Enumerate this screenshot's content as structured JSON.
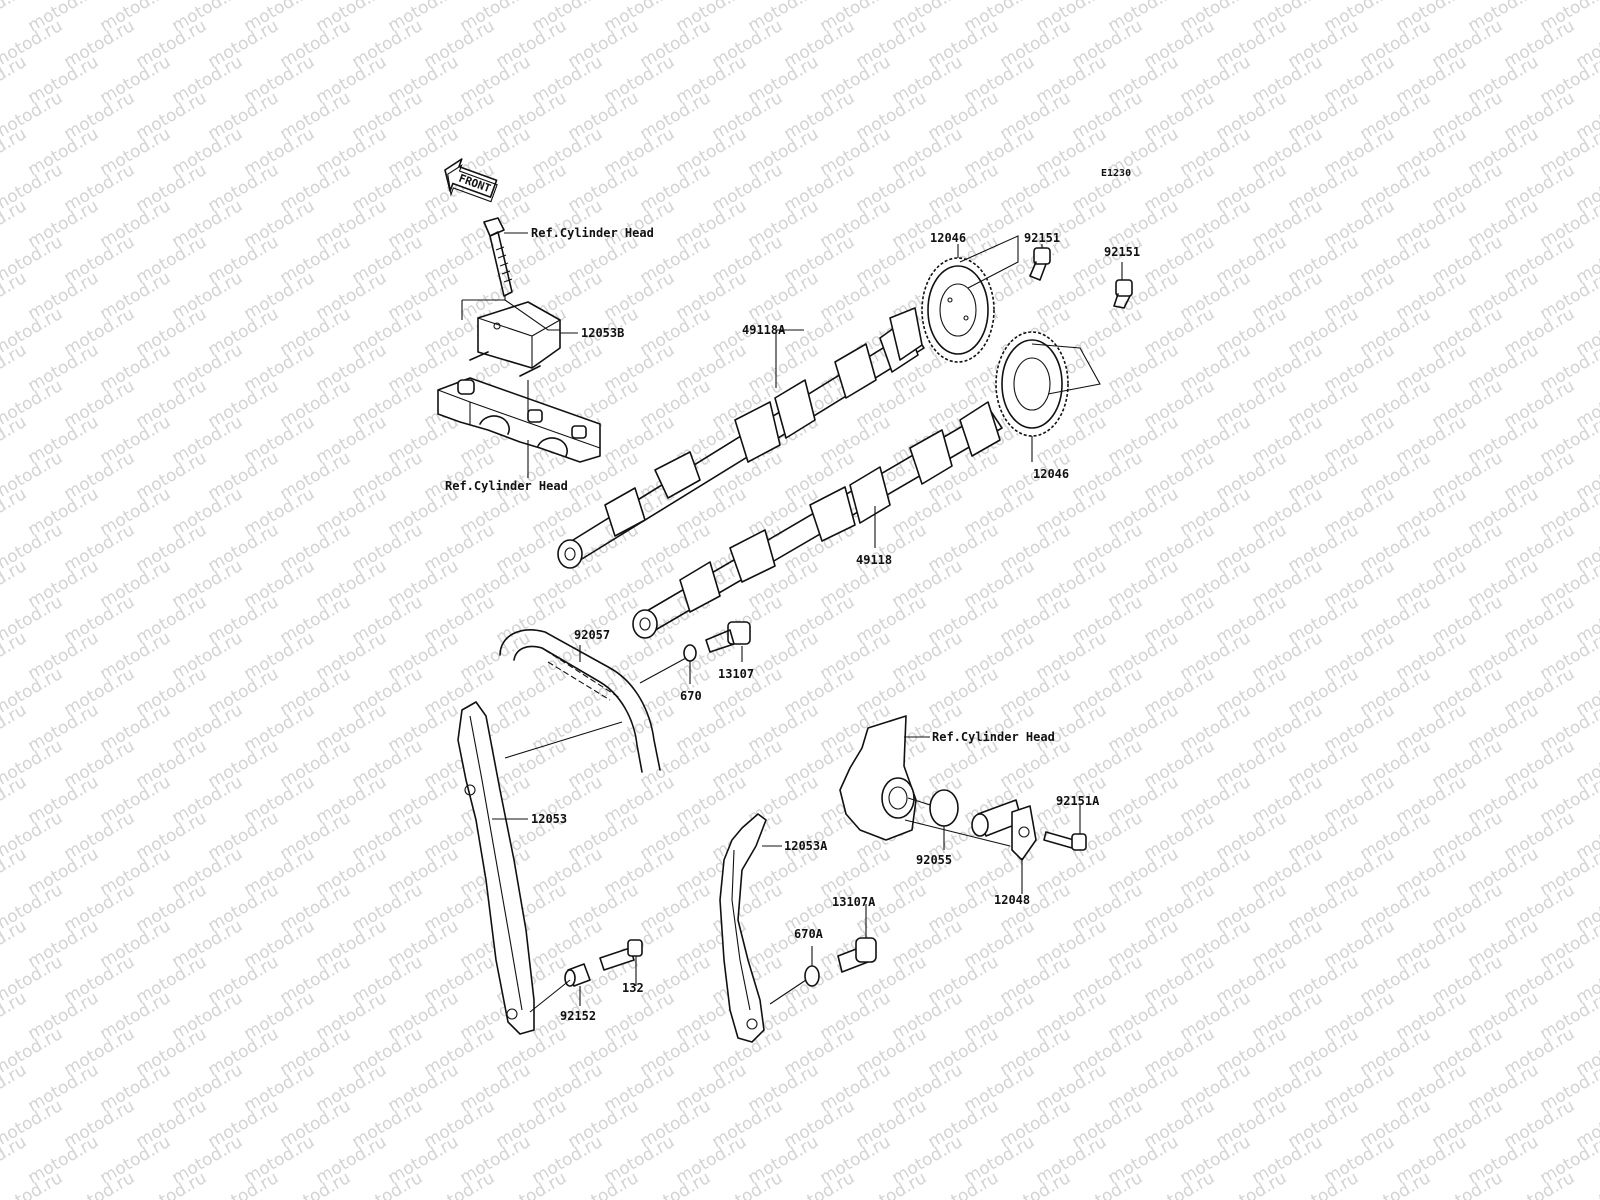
{
  "diagram_code": "E1230",
  "watermark": "motod.ru",
  "front_badge": "FRONT",
  "labels": {
    "ref_head_top": "Ref.Cylinder Head",
    "p12053B": "12053B",
    "ref_head_left": "Ref.Cylinder Head",
    "p49118A": "49118A",
    "p12046_top": "12046",
    "p92151_top": "92151",
    "p92151_right": "92151",
    "p12046_right": "12046",
    "p49118": "49118",
    "p92057": "92057",
    "p13107": "13107",
    "p670": "670",
    "p12053": "12053",
    "ref_head_right": "Ref.Cylinder Head",
    "p92151A": "92151A",
    "p12053A": "12053A",
    "p92055": "92055",
    "p12048": "12048",
    "p13107A": "13107A",
    "p670A": "670A",
    "p132": "132",
    "p92152": "92152"
  }
}
